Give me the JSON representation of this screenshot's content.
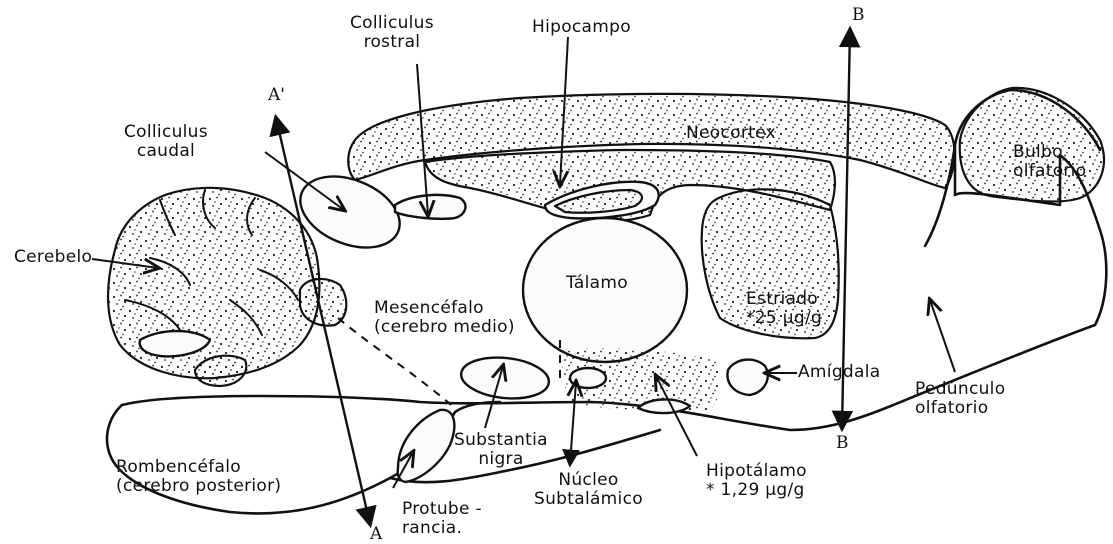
{
  "labels": {
    "colliculus_rostral": "Colliculus\nrostral",
    "hipocampo": "Hipocampo",
    "colliculus_caudal": "Colliculus\ncaudal",
    "neocortex": "Neocortex",
    "bulbo_olfatorio": "Bulbo\nolfatorio",
    "cerebelo": "Cerebelo",
    "talamo": "Tálamo",
    "mesencefalo": "Mesencéfalo\n(cerebro medio)",
    "estriado": "Estriado\n*25 µg/g",
    "amigdala": "Amígdala",
    "pedunculo_olfatorio": "Pedúnculo\nolfatorio",
    "rombencefalo": "Rombencéfalo\n(cerebro posterior)",
    "substantia_nigra": "Substantia\nnigra",
    "protuberancia": "Protube -\nrancia.",
    "nucleo_subtalamico": "Núcleo\nSubtalámico",
    "hipotalamo": "Hipotálamo\n* 1,29 µg/g"
  },
  "section_markers": {
    "a_top": "A'",
    "a_bottom": "A",
    "b_top": "B",
    "b_bottom": "B"
  },
  "colors": {
    "ink": "#111111",
    "background": "#ffffff"
  }
}
